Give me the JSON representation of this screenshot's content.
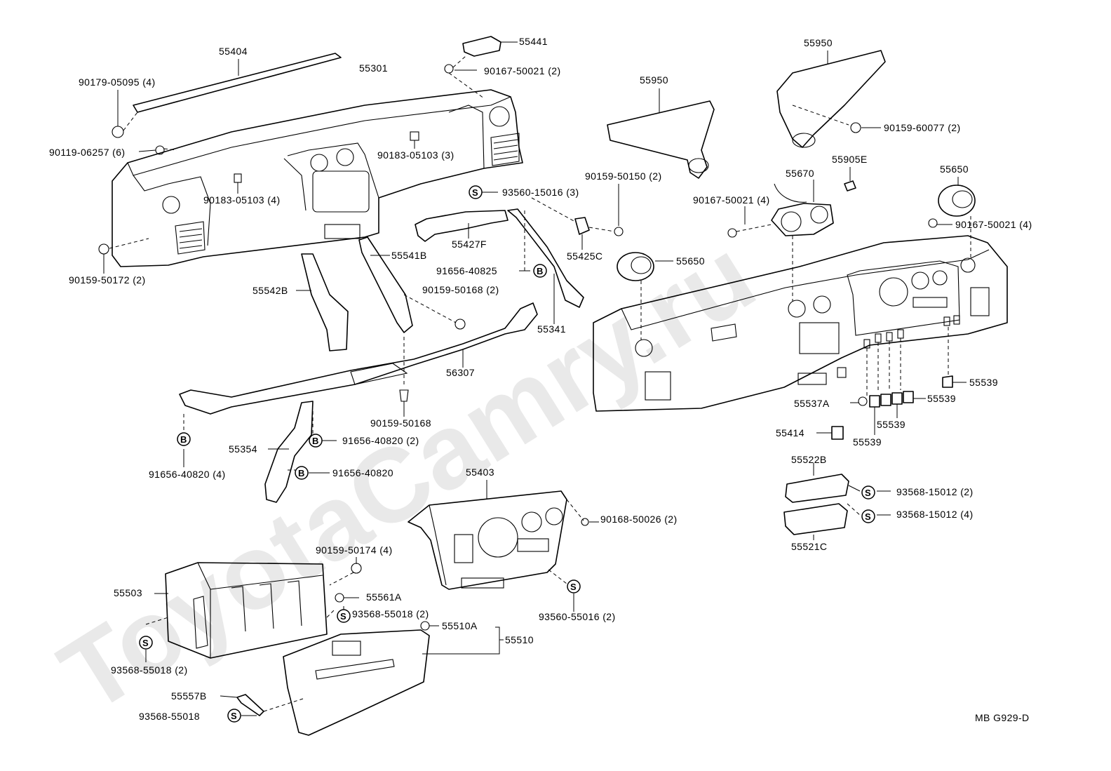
{
  "diagram": {
    "watermark": "ToyotaCamry.ru",
    "code": "MB G929-D",
    "labels": {
      "p55404": "55404",
      "p55301": "55301",
      "p55441": "55441",
      "p90167_50021_2": "90167-50021 (2)",
      "p90179_05095": "90179-05095 (4)",
      "p90119_06257": "90119-06257 (6)",
      "p90183_05103_3": "90183-05103 (3)",
      "p90183_05103_4": "90183-05103 (4)",
      "p93560_15016": "93560-15016 (3)",
      "p90159_50172": "90159-50172 (2)",
      "p55541B": "55541B",
      "p55427F": "55427F",
      "p91656_40825": "91656-40825",
      "p90159_50168_2": "90159-50168 (2)",
      "p55542B": "55542B",
      "p55341": "55341",
      "p56307": "56307",
      "p90159_50168": "90159-50168",
      "p91656_40820_2": "91656-40820 (2)",
      "p55354": "55354",
      "p91656_40820_4": "91656-40820 (4)",
      "p91656_40820": "91656-40820",
      "p55950a": "55950",
      "p55950b": "55950",
      "p90159_60077": "90159-60077 (2)",
      "p90159_50150": "90159-50150 (2)",
      "p55425C": "55425C",
      "p55650a": "55650",
      "p55670": "55670",
      "p55905E": "55905E",
      "p90167_50021_4a": "90167-50021 (4)",
      "p55650b": "55650",
      "p90167_50021_4b": "90167-50021 (4)",
      "p55539a": "55539",
      "p55537A": "55537A",
      "p55539b": "55539",
      "p55539c": "55539",
      "p55414": "55414",
      "p55539d": "55539",
      "p55522B": "55522B",
      "p93568_15012_2": "93568-15012 (2)",
      "p93568_15012_4": "93568-15012 (4)",
      "p55521C": "55521C",
      "p55403": "55403",
      "p90168_50026": "90168-50026 (2)",
      "p93560_55016": "93560-55016 (2)",
      "p90159_50174": "90159-50174 (4)",
      "p55503": "55503",
      "p55561A": "55561A",
      "p93568_55018_2a": "93568-55018 (2)",
      "p55510A": "55510A",
      "p55510": "55510",
      "p93568_55018_2b": "93568-55018 (2)",
      "p55557B": "55557B",
      "p93568_55018": "93568-55018"
    },
    "badges": {
      "S": "S",
      "B": "B"
    }
  }
}
